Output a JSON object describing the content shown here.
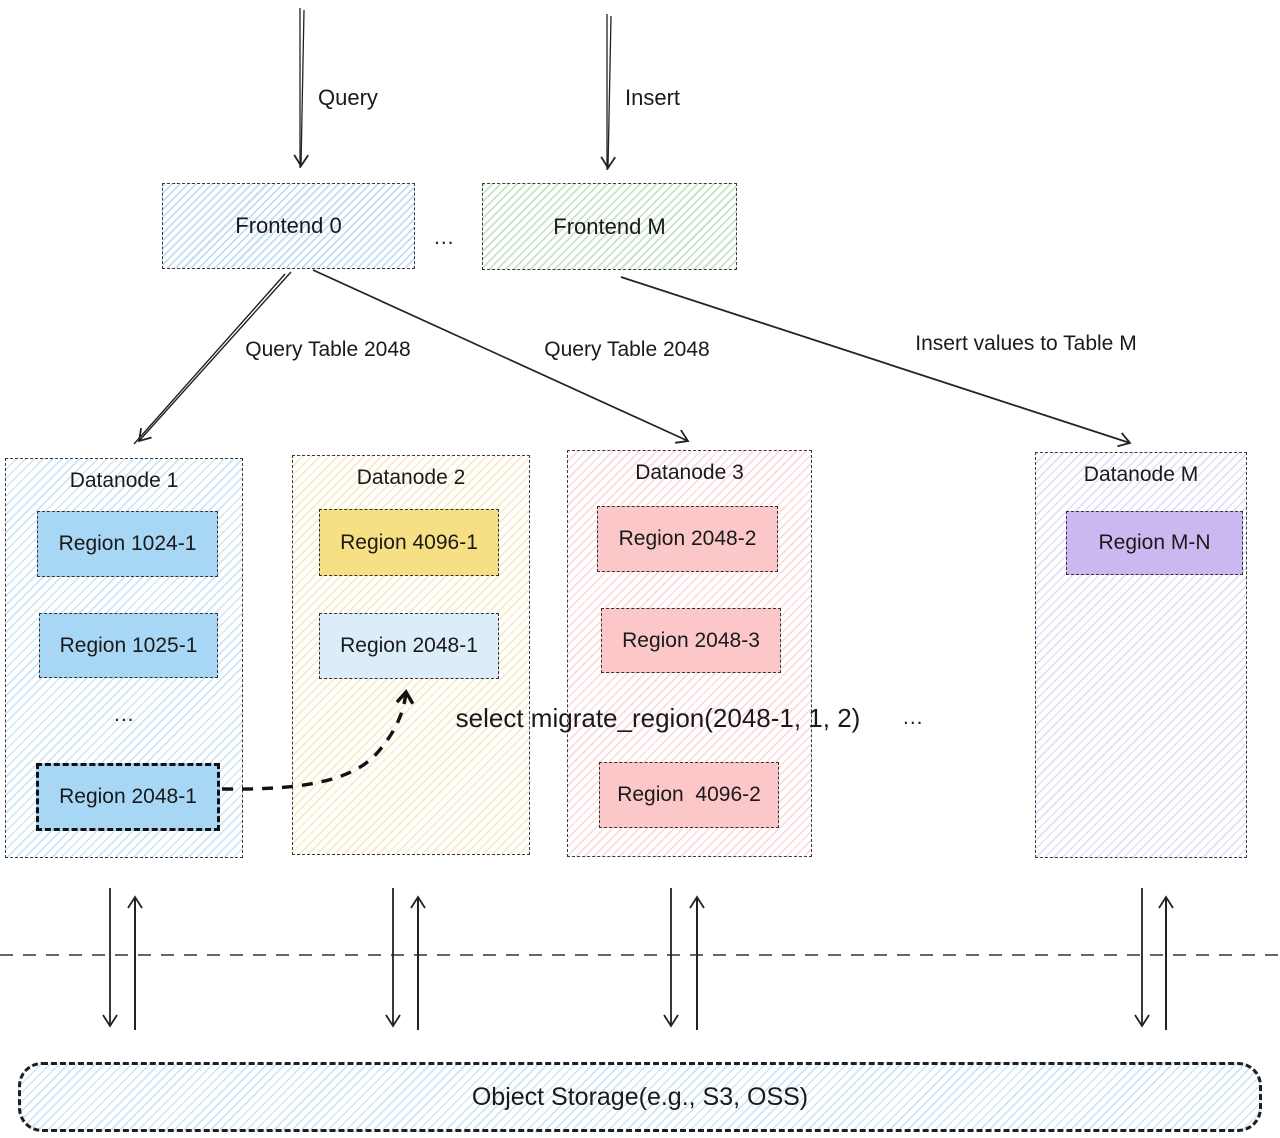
{
  "top": {
    "query_arrow_label": "Query",
    "insert_arrow_label": "Insert",
    "frontend0_label": "Frontend 0",
    "frontendM_label": "Frontend M",
    "dots_between_frontends": "..."
  },
  "edge_labels": {
    "query_table_left": "Query Table 2048",
    "query_table_mid": "Query Table 2048",
    "insert_values_right": "Insert values to Table M"
  },
  "datanodes": [
    {
      "title": "Datanode 1",
      "regions": [
        "Region 1024-1",
        "Region 1025-1",
        "Region 2048-1"
      ],
      "dots": "..."
    },
    {
      "title": "Datanode 2",
      "regions": [
        "Region 4096-1",
        "Region 2048-1"
      ]
    },
    {
      "title": "Datanode 3",
      "regions": [
        "Region 2048-2",
        "Region 2048-3",
        "Region  4096-2"
      ]
    },
    {
      "title": "Datanode M",
      "regions": [
        "Region M-N"
      ]
    }
  ],
  "migration": {
    "command": "select migrate_region(2048-1, 1, 2)",
    "dots": "..."
  },
  "storage": {
    "label": "Object Storage(e.g., S3, OSS)"
  },
  "colors": {
    "region_blue": "#a7d7f5",
    "region_yellow": "#f7e084",
    "region_lightblue": "#dcedfa",
    "region_pink": "#fbc7c9",
    "region_purple": "#ccb8f0",
    "arrow_stroke": "#222222"
  }
}
